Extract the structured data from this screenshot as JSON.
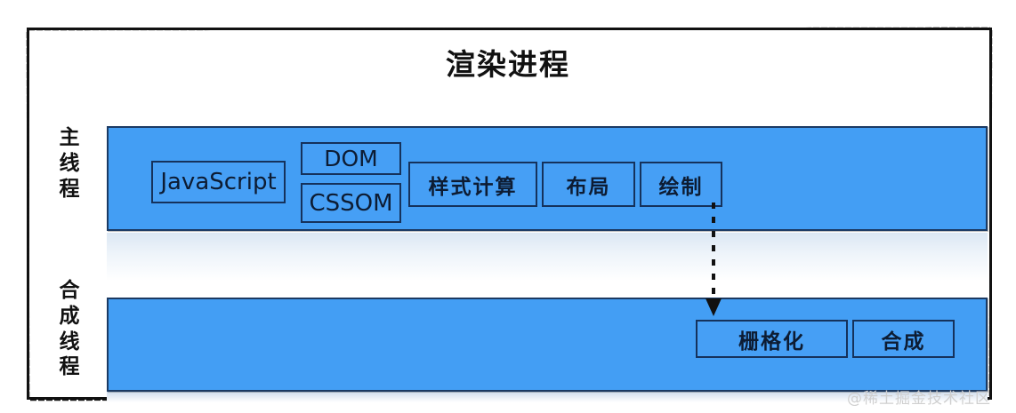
{
  "diagram": {
    "title": "渲染进程",
    "watermark": "@稀土掘金技术社区",
    "colors": {
      "band_fill": "#439ef4",
      "box_fill": "#469ff5",
      "box_border": "#15325c",
      "frame_border": "#111111",
      "text": "#0d1c33",
      "watermark": "#cfcfcf"
    },
    "lanes": [
      {
        "id": "main-thread",
        "label": "主线程",
        "label_chars": [
          "主",
          "线",
          "程"
        ],
        "stages": [
          {
            "id": "javascript",
            "label": "JavaScript"
          },
          {
            "id": "dom",
            "label": "DOM"
          },
          {
            "id": "cssom",
            "label": "CSSOM"
          },
          {
            "id": "style-calculation",
            "label": "样式计算"
          },
          {
            "id": "layout",
            "label": "布局"
          },
          {
            "id": "paint",
            "label": "绘制"
          }
        ]
      },
      {
        "id": "compositor-thread",
        "label": "合成线程",
        "label_chars": [
          "合",
          "成",
          "线",
          "程"
        ],
        "stages": [
          {
            "id": "rasterize",
            "label": "栅格化"
          },
          {
            "id": "composite",
            "label": "合成"
          }
        ]
      }
    ],
    "connections": [
      {
        "id": "paint-to-rasterize",
        "from": "paint",
        "to": "rasterize",
        "style": "dashed",
        "arrowhead": "down"
      }
    ]
  }
}
